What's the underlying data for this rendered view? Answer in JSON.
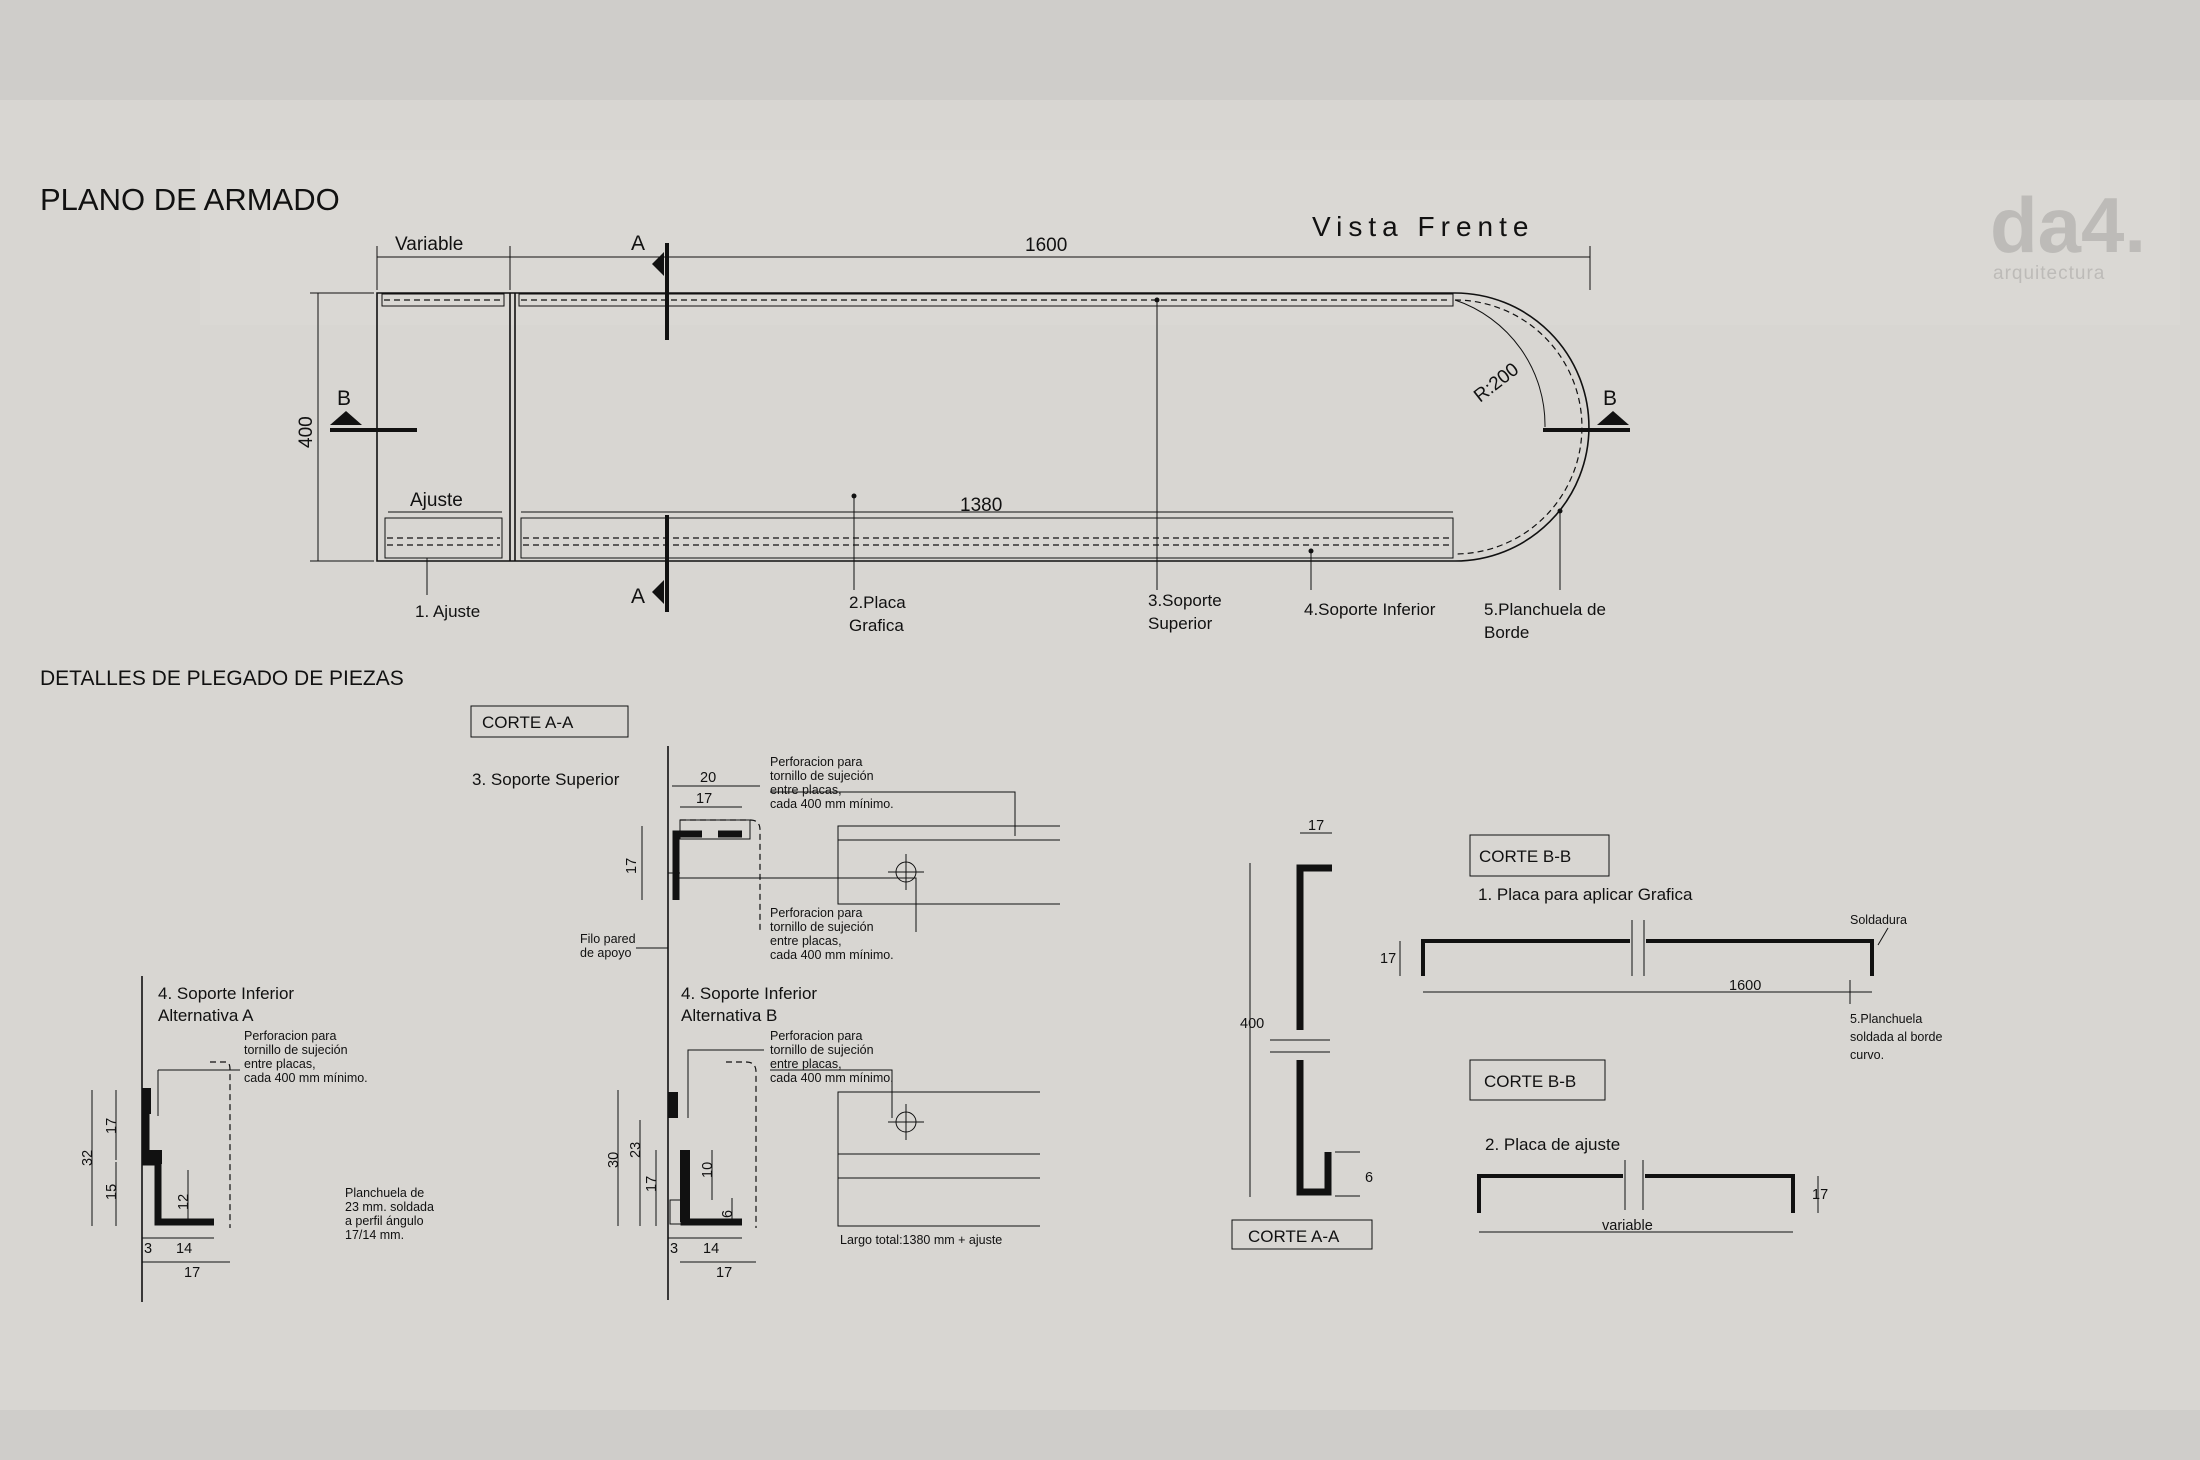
{
  "sheet": {
    "title": "PLANO DE ARMADO",
    "view_label": "Vista Frente",
    "details_title": "DETALLES DE PLEGADO DE PIEZAS",
    "logo_main": "da4.",
    "logo_sub": "arquitectura"
  },
  "front_view": {
    "dim_variable": "Variable",
    "dim_1600": "1600",
    "dim_1380": "1380",
    "dim_400": "400",
    "radius": "R:200",
    "ajuste_label": "Ajuste",
    "section_a": "A",
    "section_b": "B",
    "parts": [
      "1. Ajuste",
      "2.Placa",
      "Grafica",
      "3.Soporte",
      "Superior",
      "4.Soporte Inferior",
      "5.Planchuela de",
      "Borde"
    ]
  },
  "corte_aa_box": "CORTE A-A",
  "soporte_superior": {
    "title": "3. Soporte Superior",
    "dims": [
      "20",
      "17",
      "17"
    ],
    "note_top": [
      "Perforacion para",
      "tornillo de sujeción",
      "entre placas,",
      "cada 400 mm mínimo."
    ],
    "note_bottom": [
      "Perforacion para",
      "tornillo de sujeción",
      "entre placas,",
      "cada 400 mm mínimo."
    ],
    "filo_label": [
      "Filo pared",
      "de apoyo"
    ]
  },
  "soporte_inferior_a": {
    "title": [
      "4. Soporte Inferior",
      "Alternativa A"
    ],
    "note": [
      "Perforacion para",
      "tornillo de sujeción",
      "entre placas,",
      "cada 400 mm mínimo."
    ],
    "dims": [
      "17",
      "32",
      "15",
      "12",
      "3",
      "14",
      "17"
    ],
    "planchuela_note": [
      "Planchuela de",
      "23 mm. soldada",
      "a perfil ángulo",
      "17/14 mm."
    ]
  },
  "soporte_inferior_b": {
    "title": [
      "4. Soporte Inferior",
      "Alternativa B"
    ],
    "note": [
      "Perforacion para",
      "tornillo de sujeción",
      "entre placas,",
      "cada 400 mm mínimo."
    ],
    "dims": [
      "30",
      "23",
      "17",
      "10",
      "6",
      "3",
      "14",
      "17"
    ],
    "largo_note": "Largo total:1380 mm + ajuste"
  },
  "corte_aa_section": {
    "dims": [
      "17",
      "400",
      "6"
    ],
    "label": "CORTE  A-A"
  },
  "corte_bb_1": {
    "label": "CORTE  B-B",
    "title": "1. Placa para aplicar Grafica",
    "soldadura": "Soldadura",
    "dim_17": "17",
    "dim_1600": "1600",
    "note": [
      "5.Planchuela",
      "soldada al borde",
      "curvo."
    ]
  },
  "corte_bb_2": {
    "label": "CORTE  B-B",
    "title": "2. Placa de ajuste",
    "dim_17": "17",
    "dim_variable": "variable"
  }
}
